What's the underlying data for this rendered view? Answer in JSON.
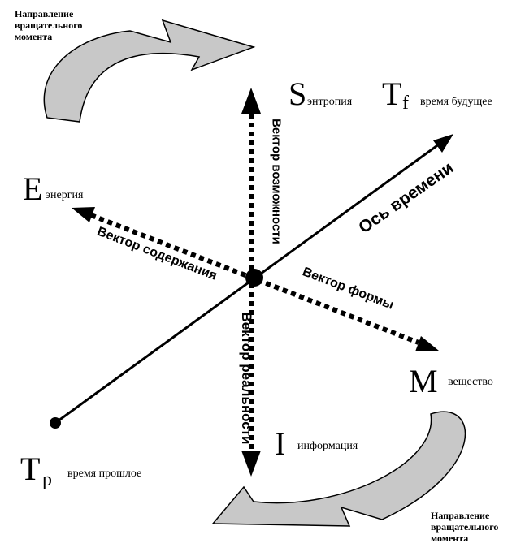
{
  "rotation_notes": {
    "top_left": "Направление\nвращательного\nмомента",
    "bottom_right": "Направление\nвращательного\nмомента"
  },
  "poles": {
    "s": {
      "letter": "S",
      "label": "энтропия"
    },
    "tf": {
      "letter": "T",
      "subscript": "f",
      "label": "время будущее"
    },
    "e": {
      "letter": "E",
      "label": "энергия"
    },
    "m": {
      "letter": "M",
      "label": "вещество"
    },
    "i": {
      "letter": "I",
      "label": "информация"
    },
    "tp": {
      "letter": "T",
      "subscript": "p",
      "label": "время прошлое"
    }
  },
  "vectors": {
    "time_axis": "Ось времени",
    "possibility": "Вектор возможности",
    "content": "Вектор содержания",
    "form": "Вектор формы",
    "reality": "Вектор реальности"
  },
  "colors": {
    "line": "#000000",
    "swoosh_fill": "#c8c8c8"
  }
}
